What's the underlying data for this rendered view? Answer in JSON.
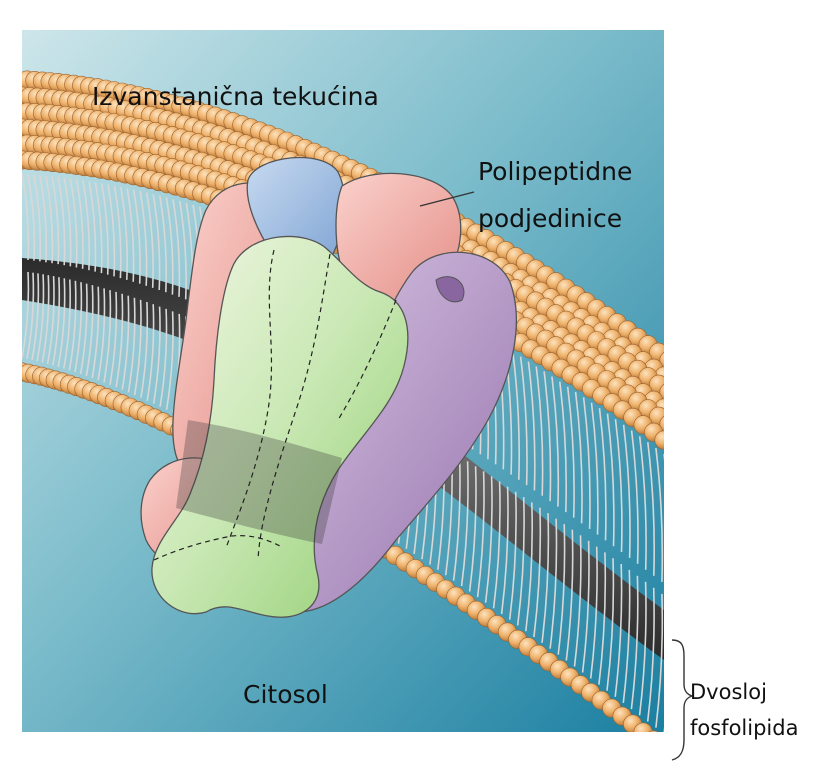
{
  "labels": {
    "extracellular": "Izvanstanična tekućina",
    "polypeptide_line1": "Polipeptidne",
    "polypeptide_line2": "podjedinice",
    "cytosol": "Citosol",
    "bilayer_line1": "Dvosloj",
    "bilayer_line2": "fosfolipida"
  },
  "colors": {
    "fluid_top": "#b9dde3",
    "fluid_bottom": "#1f86a6",
    "phospholipid_head": "#f0b56a",
    "lipid_tail": "#3a3a3a",
    "subunit_pink": "#f0a7a0",
    "subunit_blue": "#8fb3dd",
    "subunit_purple": "#a886bb",
    "subunit_green": "#9fd37f"
  }
}
